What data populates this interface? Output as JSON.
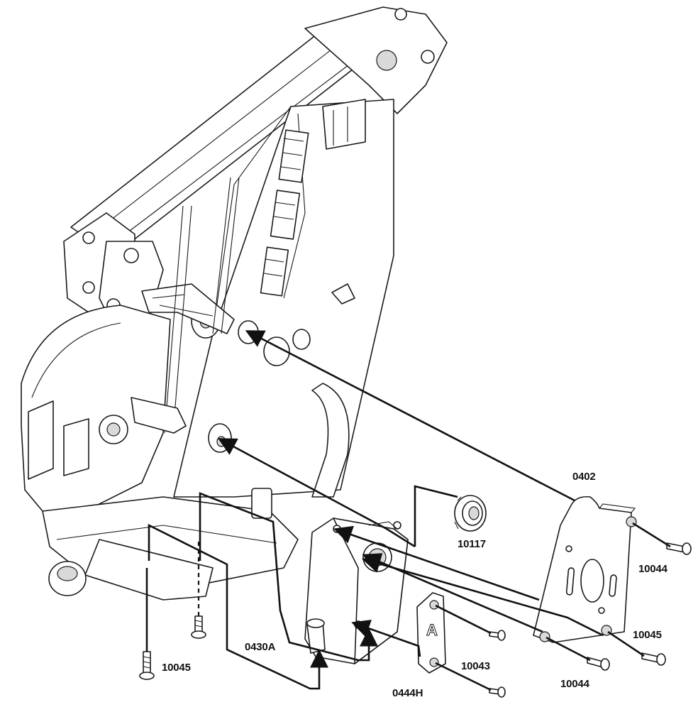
{
  "diagram": {
    "labels": {
      "p0402": "0402",
      "p10117": "10117",
      "p10044_right": "10044",
      "p10045_right": "10045",
      "p10044_bottom": "10044",
      "p10043": "10043",
      "p0444H": "0444H",
      "p0430A": "0430A",
      "p10045_left": "10045",
      "plate_letter": "A"
    },
    "colors": {
      "line": "#111111",
      "fill": "#ffffff",
      "shade": "#d9d9d9"
    }
  }
}
